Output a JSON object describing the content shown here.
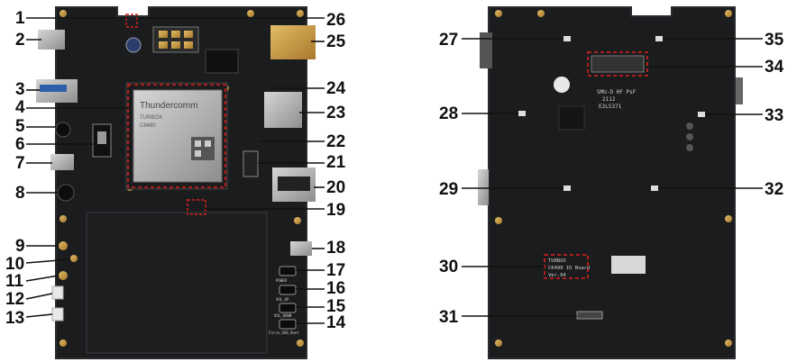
{
  "callouts_left": [
    "1",
    "2",
    "3",
    "4",
    "5",
    "6",
    "7",
    "8",
    "9",
    "10",
    "11",
    "12",
    "13"
  ],
  "callouts_right_of_front": [
    "26",
    "25",
    "24",
    "23",
    "22",
    "21",
    "20",
    "19",
    "18",
    "17",
    "16",
    "15",
    "14"
  ],
  "callouts_back_left": [
    "27",
    "28",
    "29",
    "30",
    "31"
  ],
  "callouts_back_right": [
    "35",
    "34",
    "33",
    "32"
  ],
  "module": {
    "brand": "Thundercomm",
    "line1": "TURBOX",
    "line2": "C6490"
  },
  "back_label": {
    "line1": "TURBOX",
    "line2": "C6490 IO Board",
    "line3": "Ver.04"
  },
  "back_marking": {
    "line1": "SMU-D HF PsF",
    "line2": "2112",
    "line3": "E2LS371"
  },
  "button_labels": [
    "POWER",
    "VOL_UP",
    "VOL_DOWN",
    "Force_USB_Boot"
  ],
  "colors": {
    "board": "#1b1c1e",
    "board_edge": "#2a2b2e",
    "highlight": "#e0201c",
    "metal": "#b9b9b9",
    "gold": "#c79a3a"
  }
}
